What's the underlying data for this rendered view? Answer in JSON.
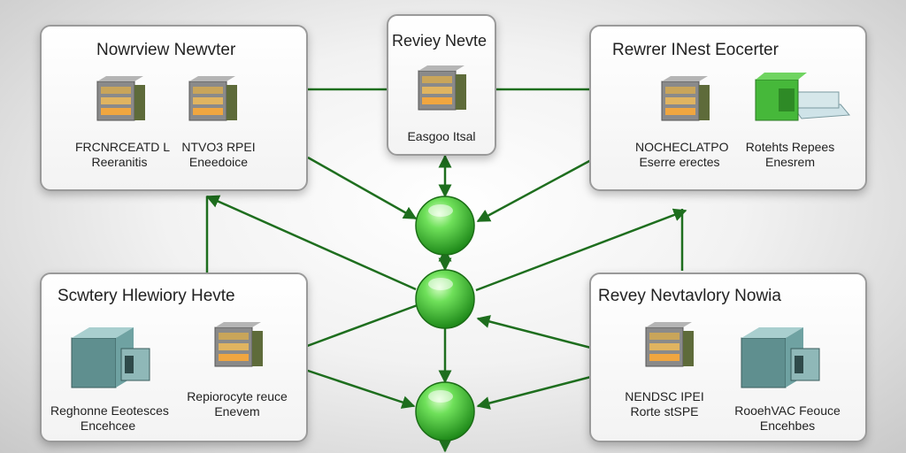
{
  "panels": {
    "top_left": {
      "title": "Nowrview Newvter",
      "items": [
        {
          "line1": "FRCNRCEATD L",
          "line2": "Reeranitis"
        },
        {
          "line1": "NTVO3 RPEI",
          "line2": "Eneedoice"
        }
      ]
    },
    "top_center": {
      "title": "Reviey Nevte",
      "items": [
        {
          "line1": "Easgoo Itsal"
        }
      ]
    },
    "top_right": {
      "title": "Rewrer INest Eocerter",
      "items": [
        {
          "line1": "NOCHECLATPO",
          "line2": "Eserre erectes"
        },
        {
          "line1": "Rotehts Repees",
          "line2": "Enesrem"
        }
      ]
    },
    "bottom_left": {
      "title": "Scwtery Hlewiory Hevte",
      "items": [
        {
          "line1": "Reghonne Eeotesces",
          "line2": "Encehcee"
        },
        {
          "line1": "Repiorocyte reuce",
          "line2": "Enevem"
        }
      ]
    },
    "bottom_right": {
      "title": "Revey Nevtavlory Nowia",
      "items": [
        {
          "line1": "NENDSC IPEI",
          "line2": "Rorte stSPE"
        },
        {
          "line1": "RooehVAC Feouce",
          "line2": "Encehbes"
        }
      ]
    }
  },
  "colors": {
    "link": "#1e6e1e",
    "node_green": "#4cc43a",
    "panel_border": "#9a9a9a"
  },
  "icons": [
    "server-icon",
    "storage-icon",
    "router-box-icon",
    "hub-node-icon"
  ]
}
